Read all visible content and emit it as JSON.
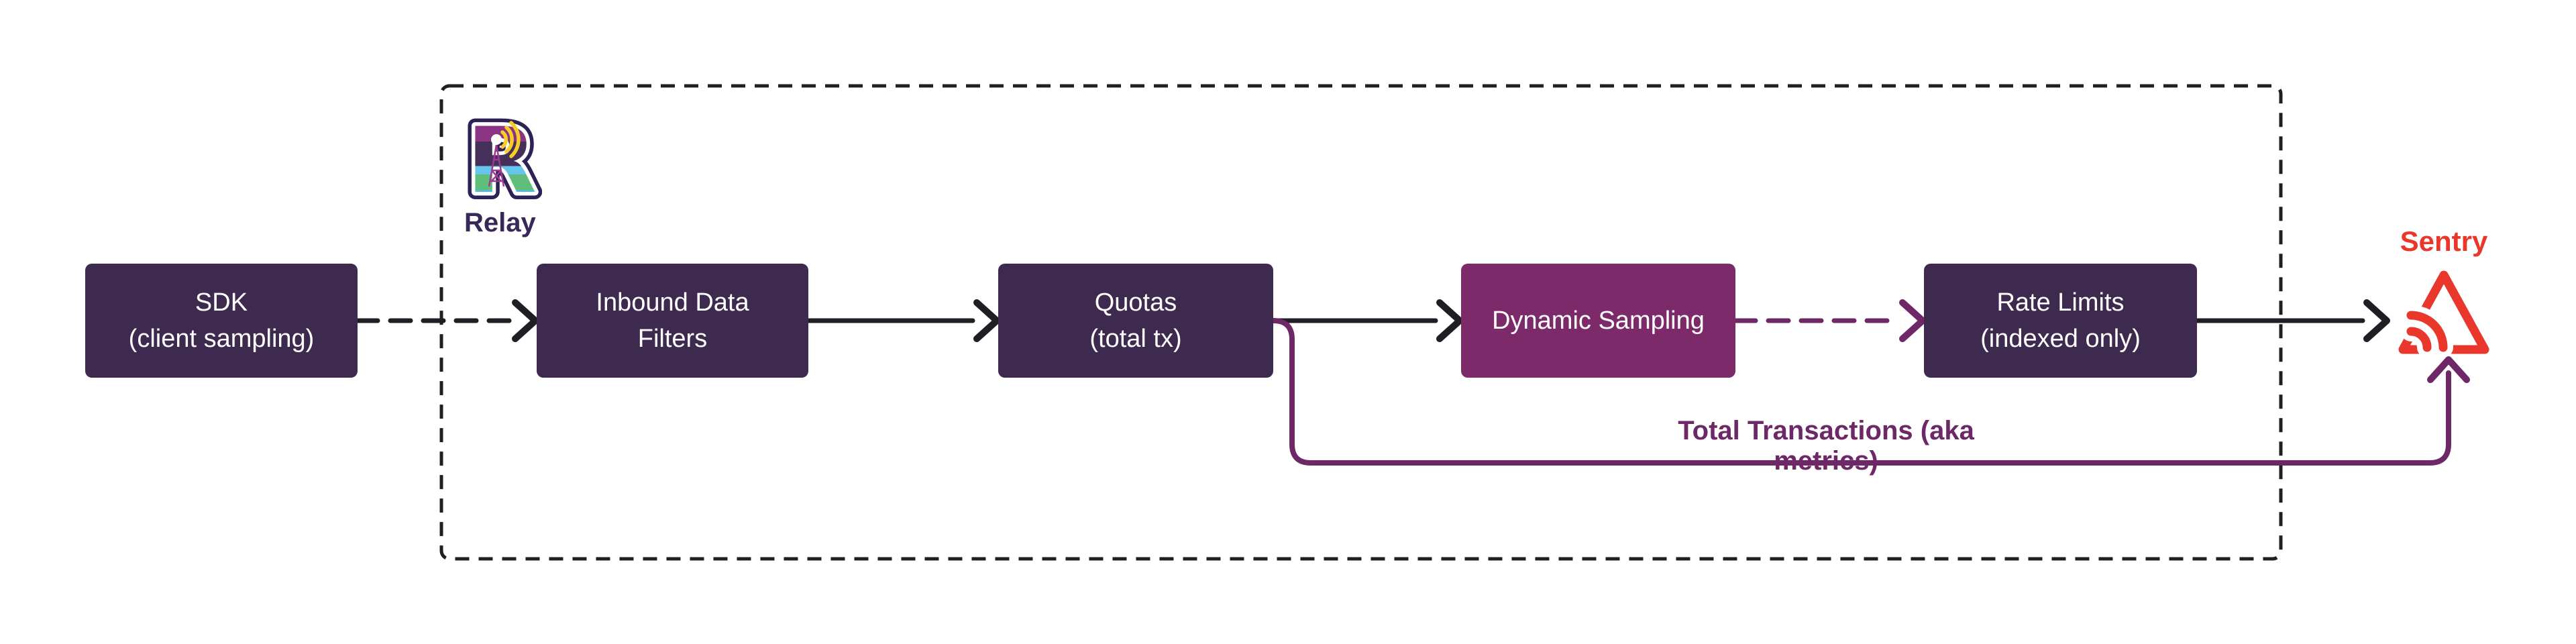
{
  "diagram": {
    "relay": {
      "label": "Relay"
    },
    "sentry": {
      "label": "Sentry"
    },
    "nodes": [
      {
        "id": "sdk",
        "line1": "SDK",
        "line2": "(client sampling)",
        "variant": "purple"
      },
      {
        "id": "inbound-data-filters",
        "line1": "Inbound Data",
        "line2": "Filters",
        "variant": "purple"
      },
      {
        "id": "quotas",
        "line1": "Quotas",
        "line2": "(total tx)",
        "variant": "purple"
      },
      {
        "id": "dynamic-sampling",
        "line1": "Dynamic Sampling",
        "variant": "magenta"
      },
      {
        "id": "rate-limits",
        "line1": "Rate Limits",
        "line2": "(indexed only)",
        "variant": "purple"
      }
    ],
    "edges": [
      {
        "from": "sdk",
        "to": "inbound-data-filters",
        "style": "dashed",
        "color": "black"
      },
      {
        "from": "inbound-data-filters",
        "to": "quotas",
        "style": "solid",
        "color": "black"
      },
      {
        "from": "quotas",
        "to": "dynamic-sampling",
        "style": "solid",
        "color": "black"
      },
      {
        "from": "dynamic-sampling",
        "to": "rate-limits",
        "style": "dashed",
        "color": "purple"
      },
      {
        "from": "rate-limits",
        "to": "sentry",
        "style": "solid",
        "color": "black"
      },
      {
        "from": "quotas",
        "to": "sentry",
        "style": "solid",
        "color": "purple",
        "label": "Total Transactions (aka metrics)"
      }
    ],
    "container": {
      "description": "dashed boundary around Relay pipeline stages"
    }
  },
  "icons": {
    "relay-logo": "letter-R-with-radio-tower-and-signal-waves",
    "sentry-logo": "sentry-triangle-pulse-logo"
  },
  "colors": {
    "canvas-bg": "#ffffff",
    "node-purple": "#3d2a4e",
    "node-magenta": "#7d2a6b",
    "node-text": "#ffffff",
    "edge-black": "#211d24",
    "edge-purple": "#6e2867",
    "border-black": "#1f1f1f",
    "sentry-red": "#e9372b",
    "relay-text": "#38285a",
    "relay-yellow": "#f7ce26",
    "relay-tower": "#a13a8e"
  }
}
